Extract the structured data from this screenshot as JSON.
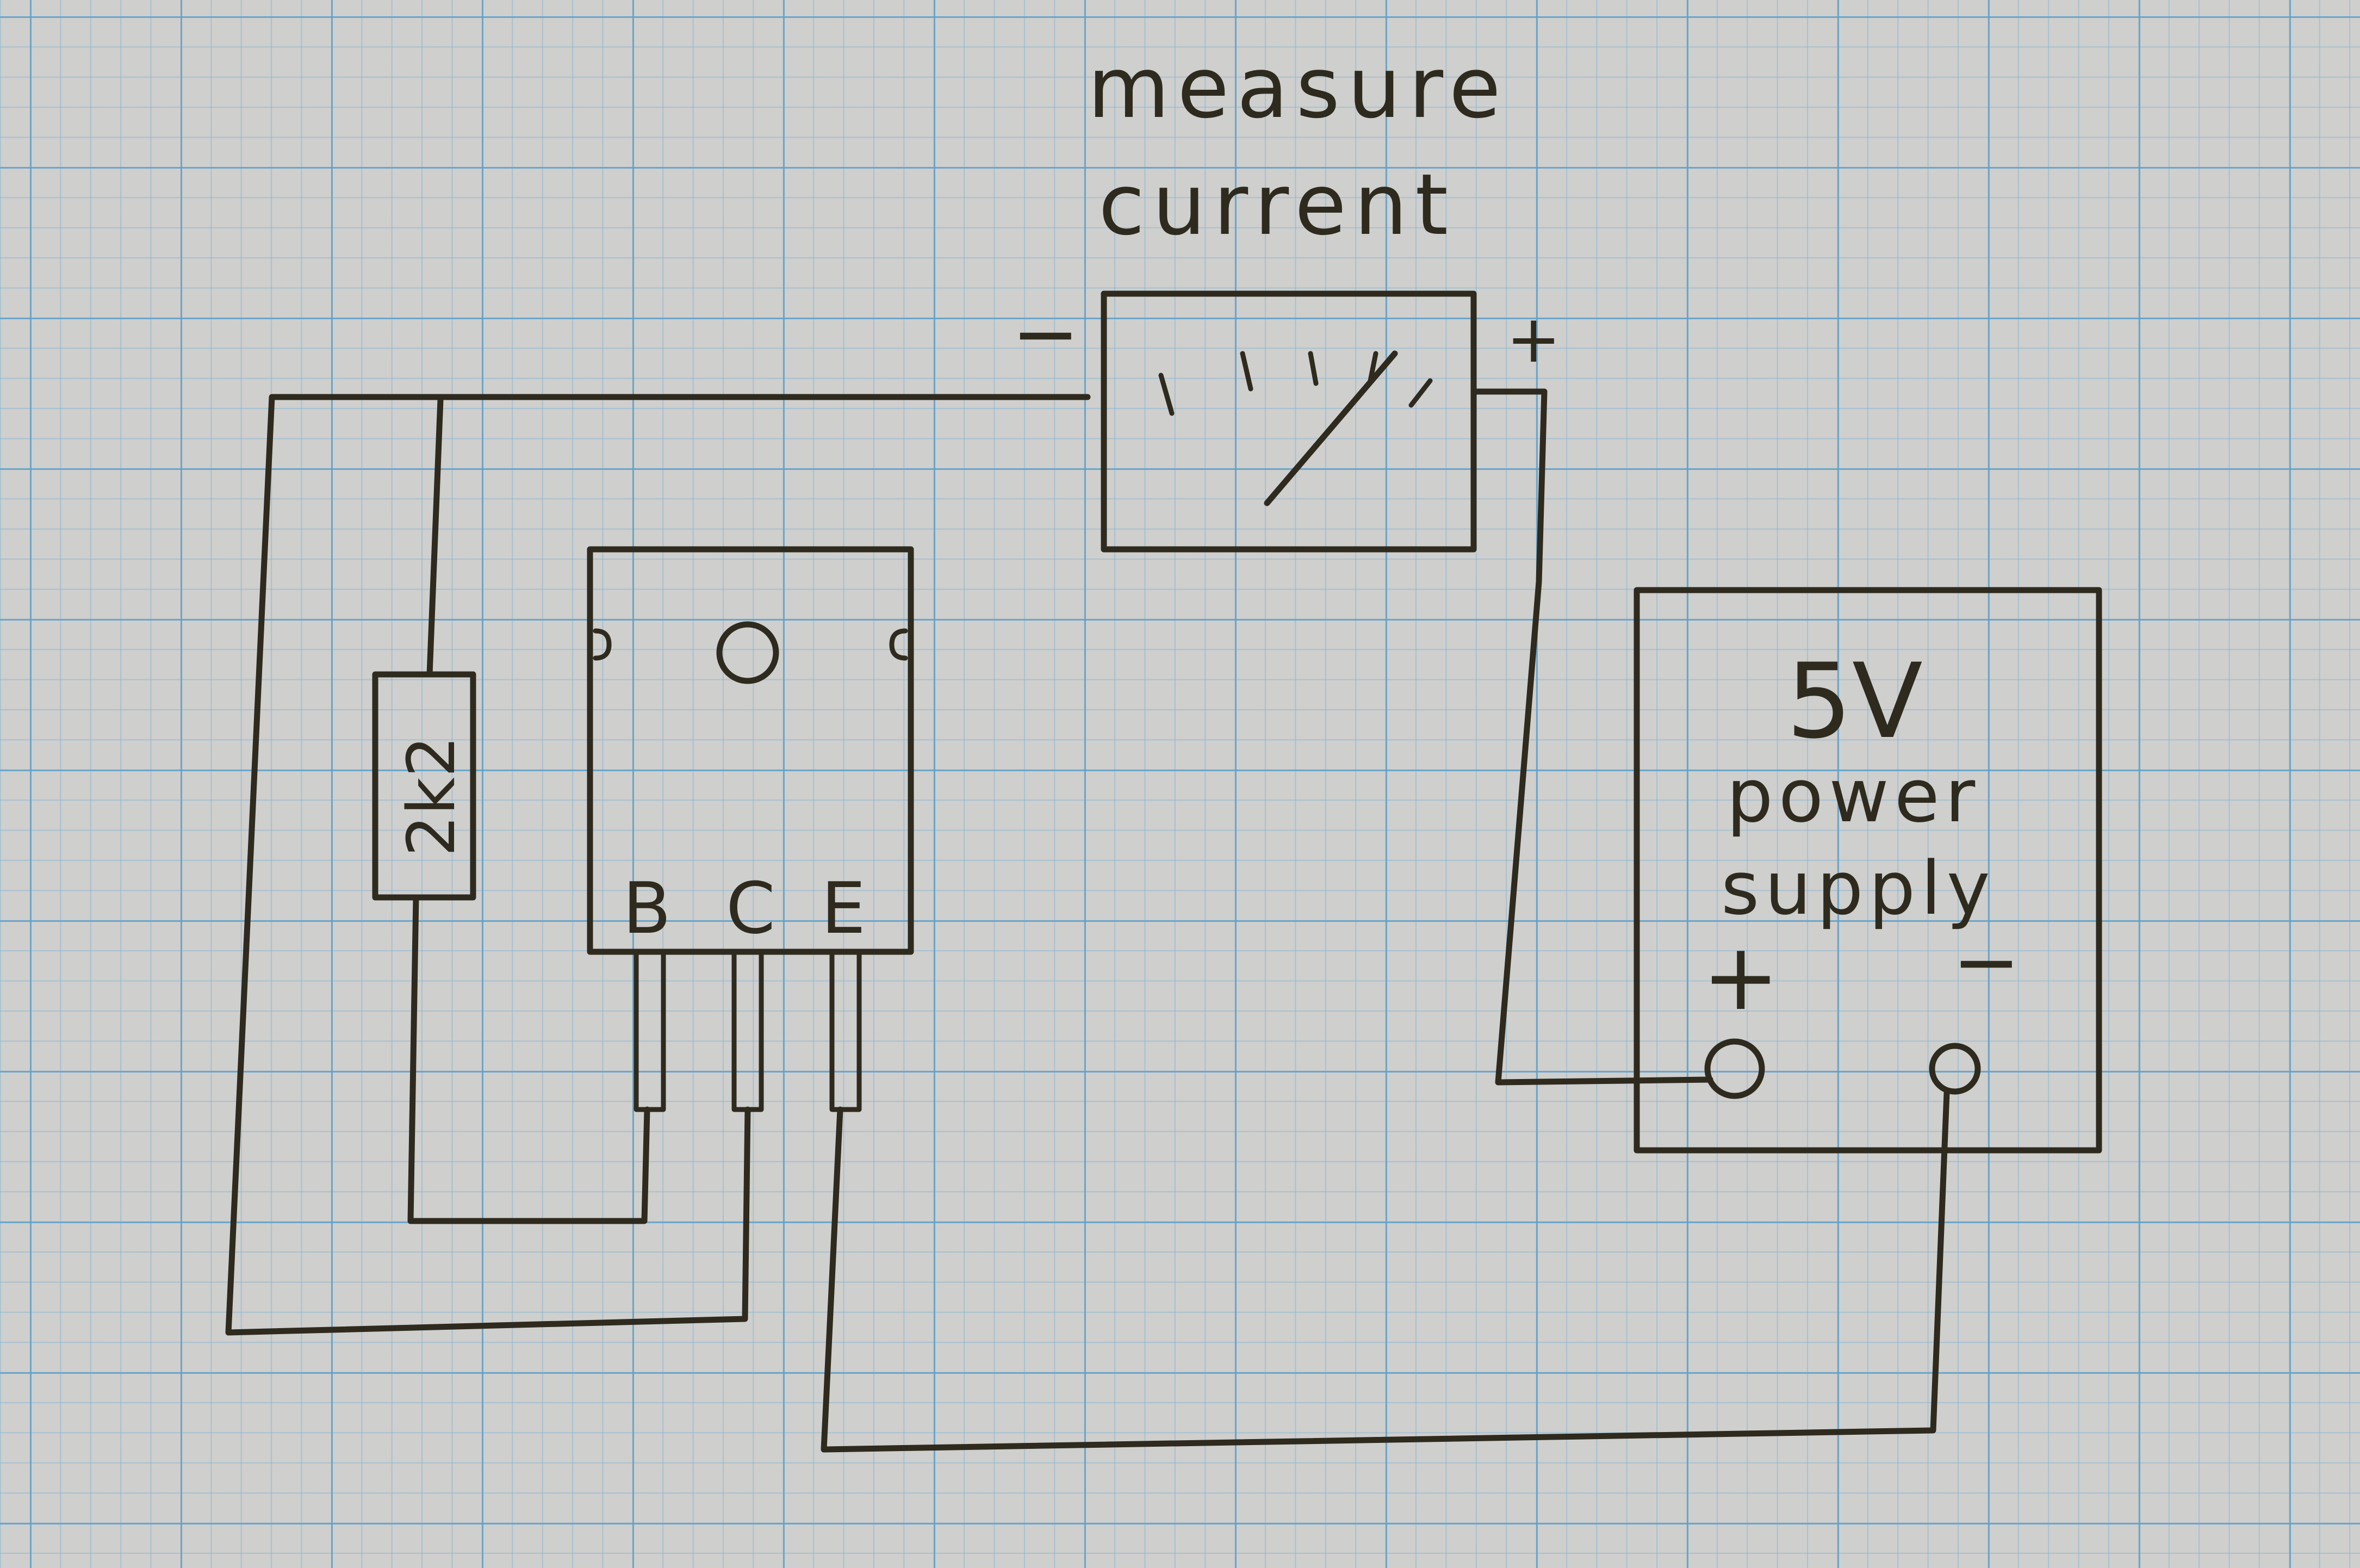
{
  "meter": {
    "caption_line1": "measure",
    "caption_line2": "current",
    "minus_label": "−",
    "plus_label": "+"
  },
  "resistor": {
    "value_label": "2k2"
  },
  "transistor": {
    "pin_b": "B",
    "pin_c": "C",
    "pin_e": "E"
  },
  "power_supply": {
    "voltage": "5V",
    "line1": "power",
    "line2": "supply",
    "plus_label": "+",
    "minus_label": "−"
  }
}
